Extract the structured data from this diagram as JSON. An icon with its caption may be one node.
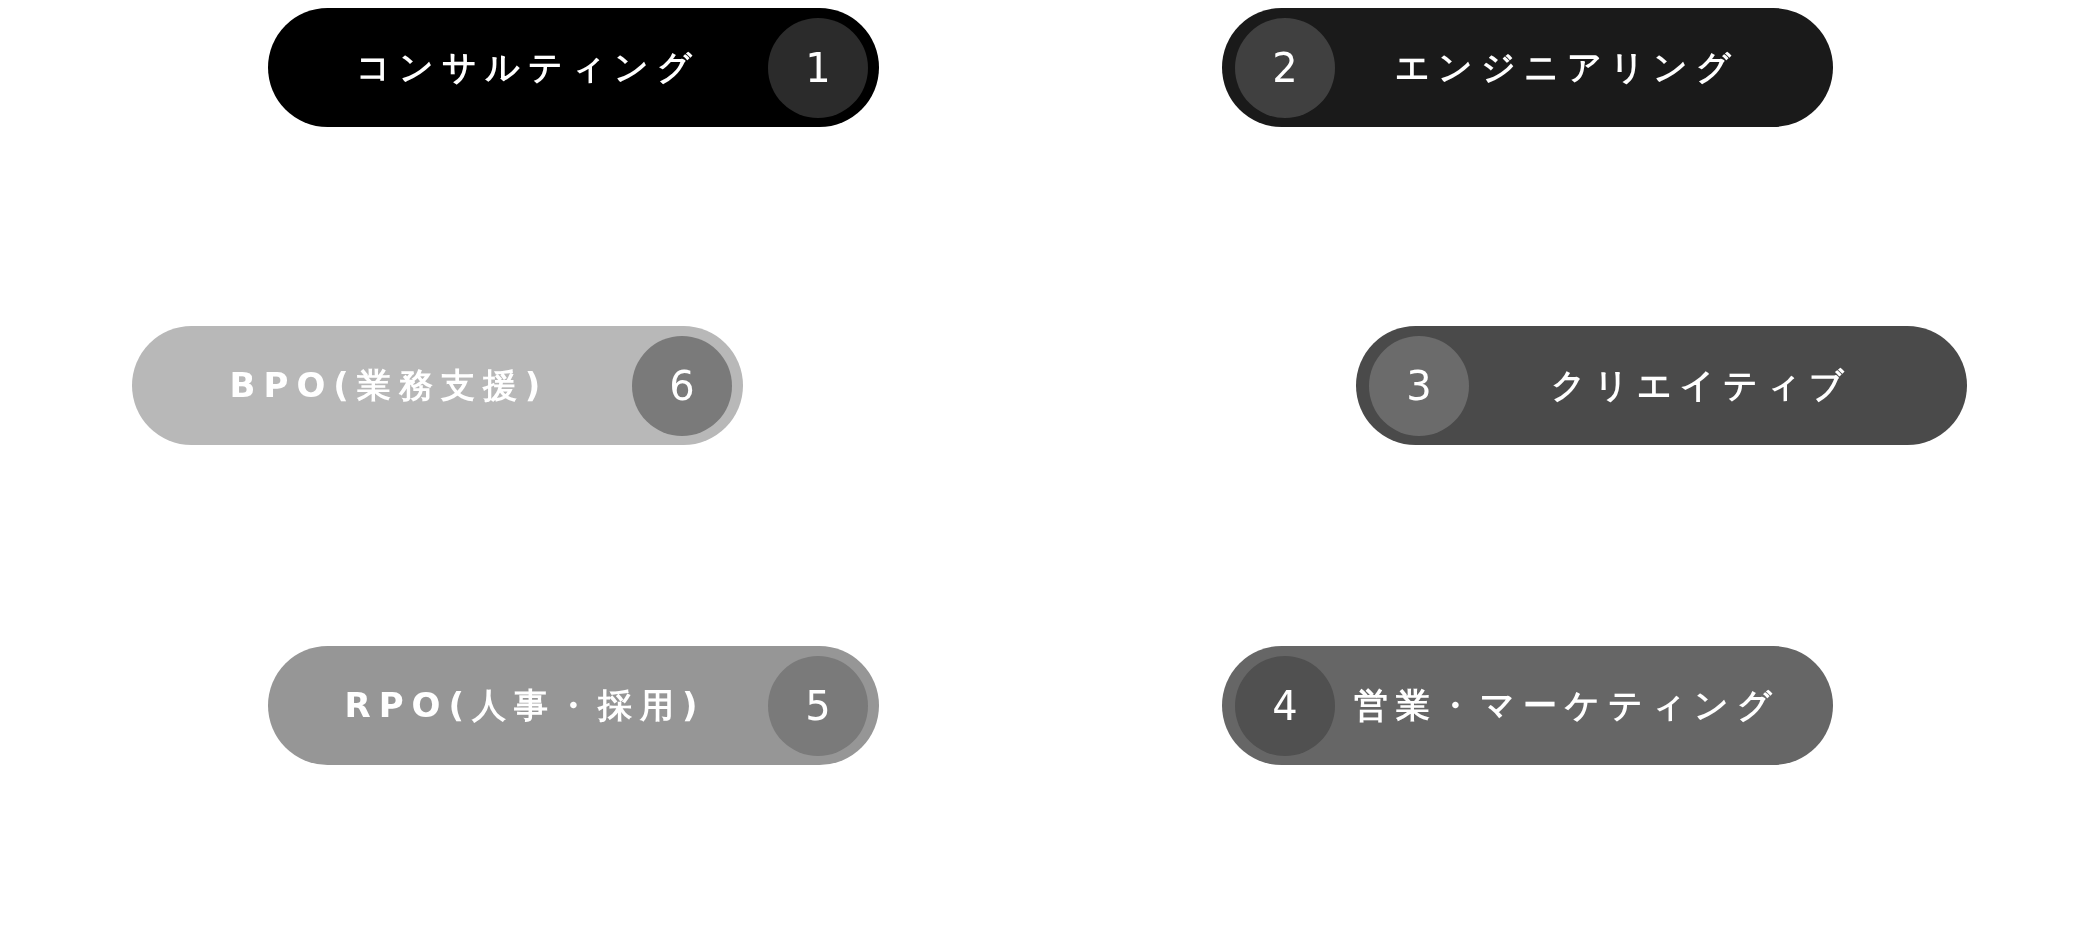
{
  "diagram": {
    "nodes": [
      {
        "text": [
          "コンサルティング"
        ]
      },
      {
        "text": [
          "1"
        ],
        "in": 0
      },
      {
        "text": [
          "エンジニアリング"
        ]
      },
      {
        "text": [
          "2"
        ],
        "in": 2
      },
      {
        "text": [
          "BPO(業務支援)"
        ]
      },
      {
        "text": [
          "6"
        ],
        "in": 4
      },
      {
        "text": [
          "クリエイティブ"
        ]
      },
      {
        "text": [
          "3"
        ],
        "in": 6
      },
      {
        "text": [
          "RPO(人事・採用)"
        ]
      },
      {
        "text": [
          "5"
        ],
        "in": 8
      },
      {
        "text": [
          "営業・マーケティング"
        ]
      },
      {
        "text": [
          "4"
        ],
        "in": 10
      }
    ]
  }
}
